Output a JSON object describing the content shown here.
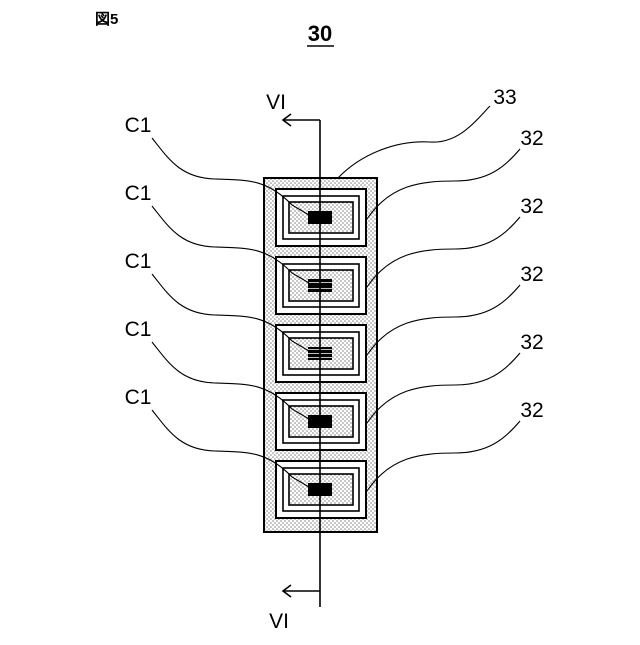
{
  "figure": {
    "label": "図5",
    "number": "30",
    "section_top": "VI",
    "section_bottom": "VI",
    "outer_ref": "33",
    "module_refs": [
      "32",
      "32",
      "32",
      "32",
      "32"
    ],
    "chip_refs": [
      "C1",
      "C1",
      "C1",
      "C1",
      "C1"
    ],
    "module_count": 5
  },
  "colors": {
    "line": "#000000",
    "background": "#ffffff",
    "fill_dots": "#7a7a7a"
  }
}
